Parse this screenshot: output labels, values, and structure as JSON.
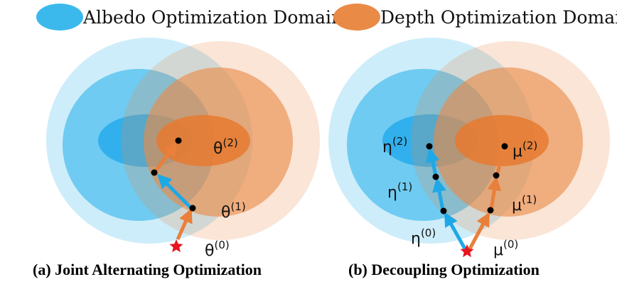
{
  "legend": {
    "albedo_label": "Albedo Optimization Domain",
    "depth_label": "Depth Optimization Domain"
  },
  "colors": {
    "albedo": "#3cb9ec",
    "depth": "#ea8a47",
    "arrow_blue": "#1fa8e6",
    "arrow_orange": "#e8803c",
    "star": "#e8141e"
  },
  "panel_a": {
    "caption": "(a) Joint Alternating Optimization",
    "labels": [
      {
        "sym": "θ",
        "sup": "(2)"
      },
      {
        "sym": "θ",
        "sup": "(1)"
      },
      {
        "sym": "θ",
        "sup": "(0)"
      }
    ]
  },
  "panel_b": {
    "caption": "(b) Decoupling Optimization",
    "labels": [
      {
        "sym": "η",
        "sup": "(2)"
      },
      {
        "sym": "η",
        "sup": "(1)"
      },
      {
        "sym": "η",
        "sup": "(0)"
      },
      {
        "sym": "μ",
        "sup": "(2)"
      },
      {
        "sym": "μ",
        "sup": "(1)"
      },
      {
        "sym": "μ",
        "sup": "(0)"
      }
    ]
  }
}
